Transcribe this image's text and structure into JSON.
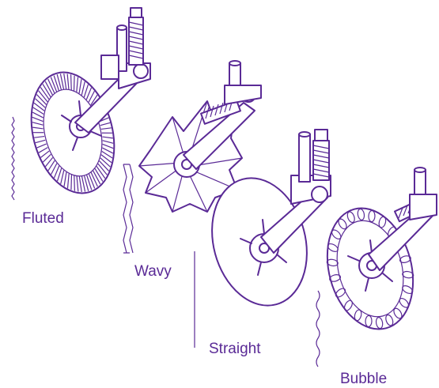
{
  "colors": {
    "ink": "#5a2a96",
    "background": "#ffffff"
  },
  "coulters": [
    {
      "label": "Fluted"
    },
    {
      "label": "Wavy"
    },
    {
      "label": "Straight"
    },
    {
      "label": "Bubble"
    }
  ]
}
